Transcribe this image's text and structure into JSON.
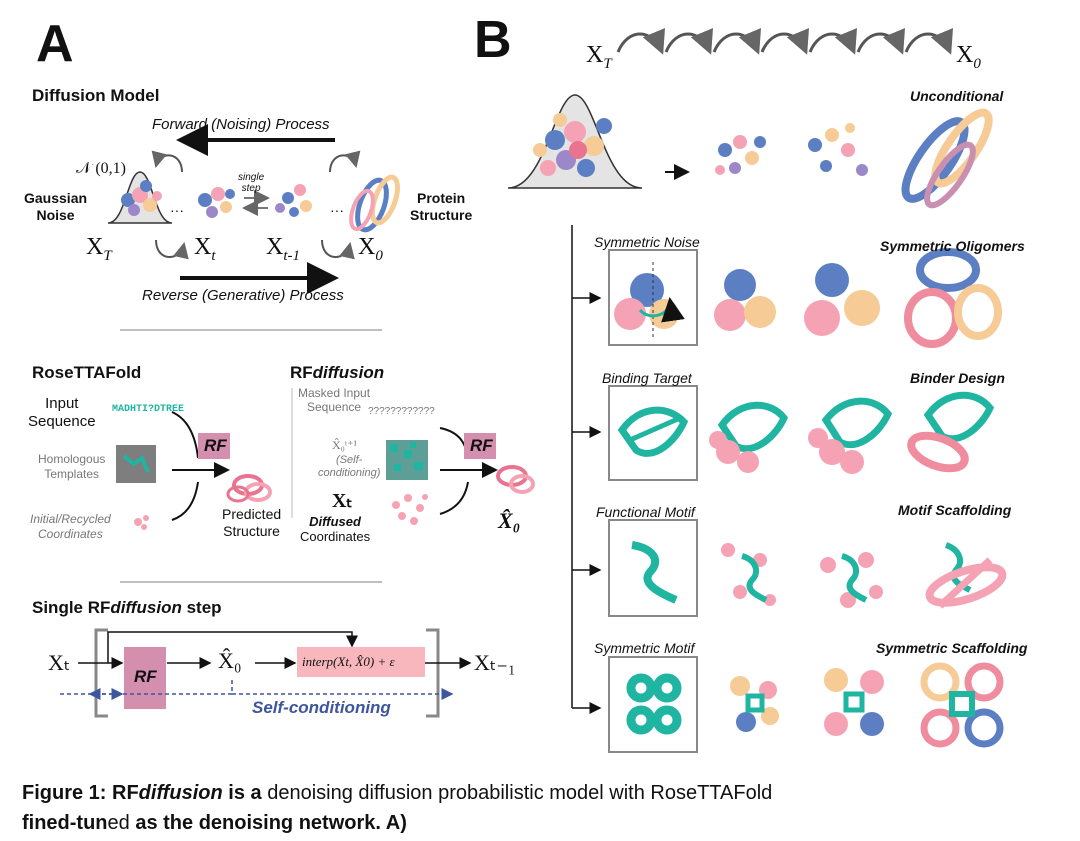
{
  "panel_a": {
    "letter": "A",
    "diffusion": {
      "title": "Diffusion Model",
      "forward": "Forward (Noising) Process",
      "reverse": "Reverse (Generative) Process",
      "gauss_symbol": "𝒩 (0,1)",
      "gaussian_line1": "Gaussian",
      "gaussian_line2": "Noise",
      "single_step_line1": "single",
      "single_step_line2": "step",
      "protein_line1": "Protein",
      "protein_line2": "Structure",
      "ellipsis": "···",
      "xT_main": "X",
      "xT_sub": "T",
      "xt_main": "X",
      "xt_sub": "t",
      "xt1_main": "X",
      "xt1_sub": "t-1",
      "x0_main": "X",
      "x0_sub": "0"
    },
    "rosettafold": {
      "title": "RoseTTAFold",
      "input_seq_line1": "Input",
      "input_seq_line2": "Sequence",
      "sequence": "MADHTI?DTREE",
      "templates_line1": "Homologous",
      "templates_line2": "Templates",
      "coords_line1": "Initial/Recycled",
      "coords_line2": "Coordinates",
      "rf": "RF",
      "predicted_line1": "Predicted",
      "predicted_line2": "Structure"
    },
    "rfdiffusion": {
      "title_rf": "RF",
      "title_diff": "diffusion",
      "masked_line1": "Masked Input",
      "masked_line2": "Sequence",
      "masked_seq": "????????????",
      "selfcond_sym": "X̂₀ᵗ⁺¹",
      "selfcond_line1": "(Self-",
      "selfcond_line2": "conditioning)",
      "xt": "Xₜ",
      "diffused": "Diffused",
      "coords": "Coordinates",
      "rf": "RF",
      "x0hat": "X̂₀"
    },
    "single_step": {
      "title_pre": "Single RF",
      "title_ital": "diffusion",
      "title_post": " step",
      "xt": "Xₜ",
      "rf": "RF",
      "x0hat": "X̂₀",
      "interp": "interp(Xt, X̂0) + ε",
      "xt1": "Xₜ₋₁",
      "selfcond": "Self-conditioning"
    }
  },
  "panel_b": {
    "letter": "B",
    "chain_start_main": "X",
    "chain_start_sub": "T",
    "chain_end_main": "X",
    "chain_end_sub": "0",
    "unconditional": "Unconditional",
    "rows": [
      {
        "input": "Symmetric Noise",
        "output": "Symmetric Oligomers"
      },
      {
        "input": "Binding Target",
        "output": "Binder Design"
      },
      {
        "input": "Functional Motif",
        "output": "Motif Scaffolding"
      },
      {
        "input": "Symmetric Motif",
        "output": "Symmetric Scaffolding"
      }
    ]
  },
  "caption": {
    "line1_a": "Figure 1: RF",
    "line1_b": "diffusion",
    "line1_c": " is a",
    "line1_d": " denoising diffusion probabilistic model with RoseTTAFold",
    "line2_a": "fined-tun",
    "line2_b": "ed",
    "line2_c": " as the denoising network. A)"
  },
  "colors": {
    "teal": "#1fb5a0",
    "pink": "#f5a3b4",
    "blue": "#5b7fc2",
    "peach": "#f6cb95",
    "rf_box": "#d58fae",
    "interp_box": "#f7b7bd",
    "selfcond_blue": "#3e55a0"
  }
}
